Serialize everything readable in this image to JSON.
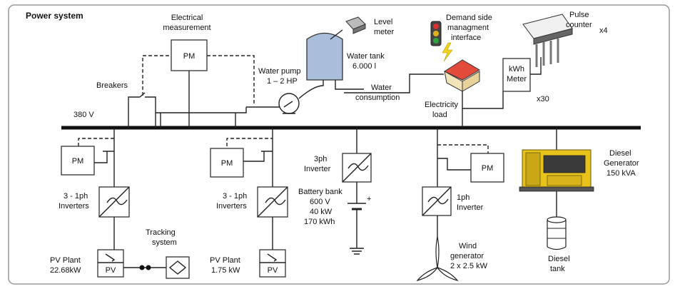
{
  "title": "Power system",
  "voltage": "380 V",
  "breakers": "Breakers",
  "measurement": [
    "Electrical",
    "measurement"
  ],
  "pm": "PM",
  "pump": [
    "Water pump",
    "1 – 2 HP"
  ],
  "tank": [
    "Water tank",
    "6.000 l"
  ],
  "level_meter": [
    "Level",
    "meter"
  ],
  "consumption": [
    "Water",
    "consumption"
  ],
  "demand": [
    "Demand side",
    "managment",
    "interface"
  ],
  "load": [
    "Electricity",
    "load"
  ],
  "kwh": [
    "kWh",
    "Meter"
  ],
  "x30": "x30",
  "pulse": [
    "Pulse",
    "counter",
    "x4"
  ],
  "diesel_gen": [
    "Diesel",
    "Generator",
    "150 kVA"
  ],
  "diesel_tank": [
    "Diesel",
    "tank"
  ],
  "inv3": [
    "3 - 1ph",
    "Inverters"
  ],
  "inv3ph": [
    "3ph",
    "Inverter"
  ],
  "battery": [
    "Battery bank",
    "600 V",
    "40 kW",
    "170 kWh"
  ],
  "inv1ph": [
    "1ph",
    "Inverter"
  ],
  "wind": [
    "Wind",
    "generator",
    "2 x 2.5 kW"
  ],
  "pv1": [
    "PV Plant",
    "22.68kW"
  ],
  "pv2": [
    "PV Plant",
    "1.75 kW"
  ],
  "pv": "PV",
  "tracking": [
    "Tracking",
    "system"
  ],
  "colors": {
    "tank": "#a9bedb",
    "generator": "#e6c21a",
    "bus": "#111111"
  }
}
